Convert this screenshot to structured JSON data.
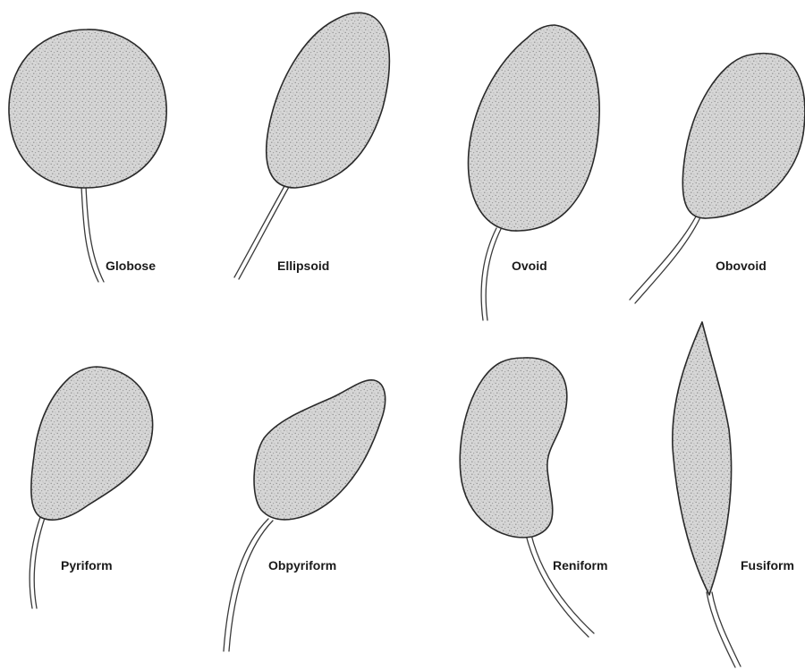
{
  "shapes": [
    {
      "id": "globose",
      "label": "Globose"
    },
    {
      "id": "ellipsoid",
      "label": "Ellipsoid"
    },
    {
      "id": "ovoid",
      "label": "Ovoid"
    },
    {
      "id": "obovoid",
      "label": "Obovoid"
    },
    {
      "id": "pyriform",
      "label": "Pyriform"
    },
    {
      "id": "obpyriform",
      "label": "Obpyriform"
    },
    {
      "id": "reniform",
      "label": "Reniform"
    },
    {
      "id": "fusiform",
      "label": "Fusiform"
    }
  ],
  "colors": {
    "fill": "#d6d6d6",
    "stipple": "#8a8a8a",
    "outline": "#2a2a2a"
  }
}
